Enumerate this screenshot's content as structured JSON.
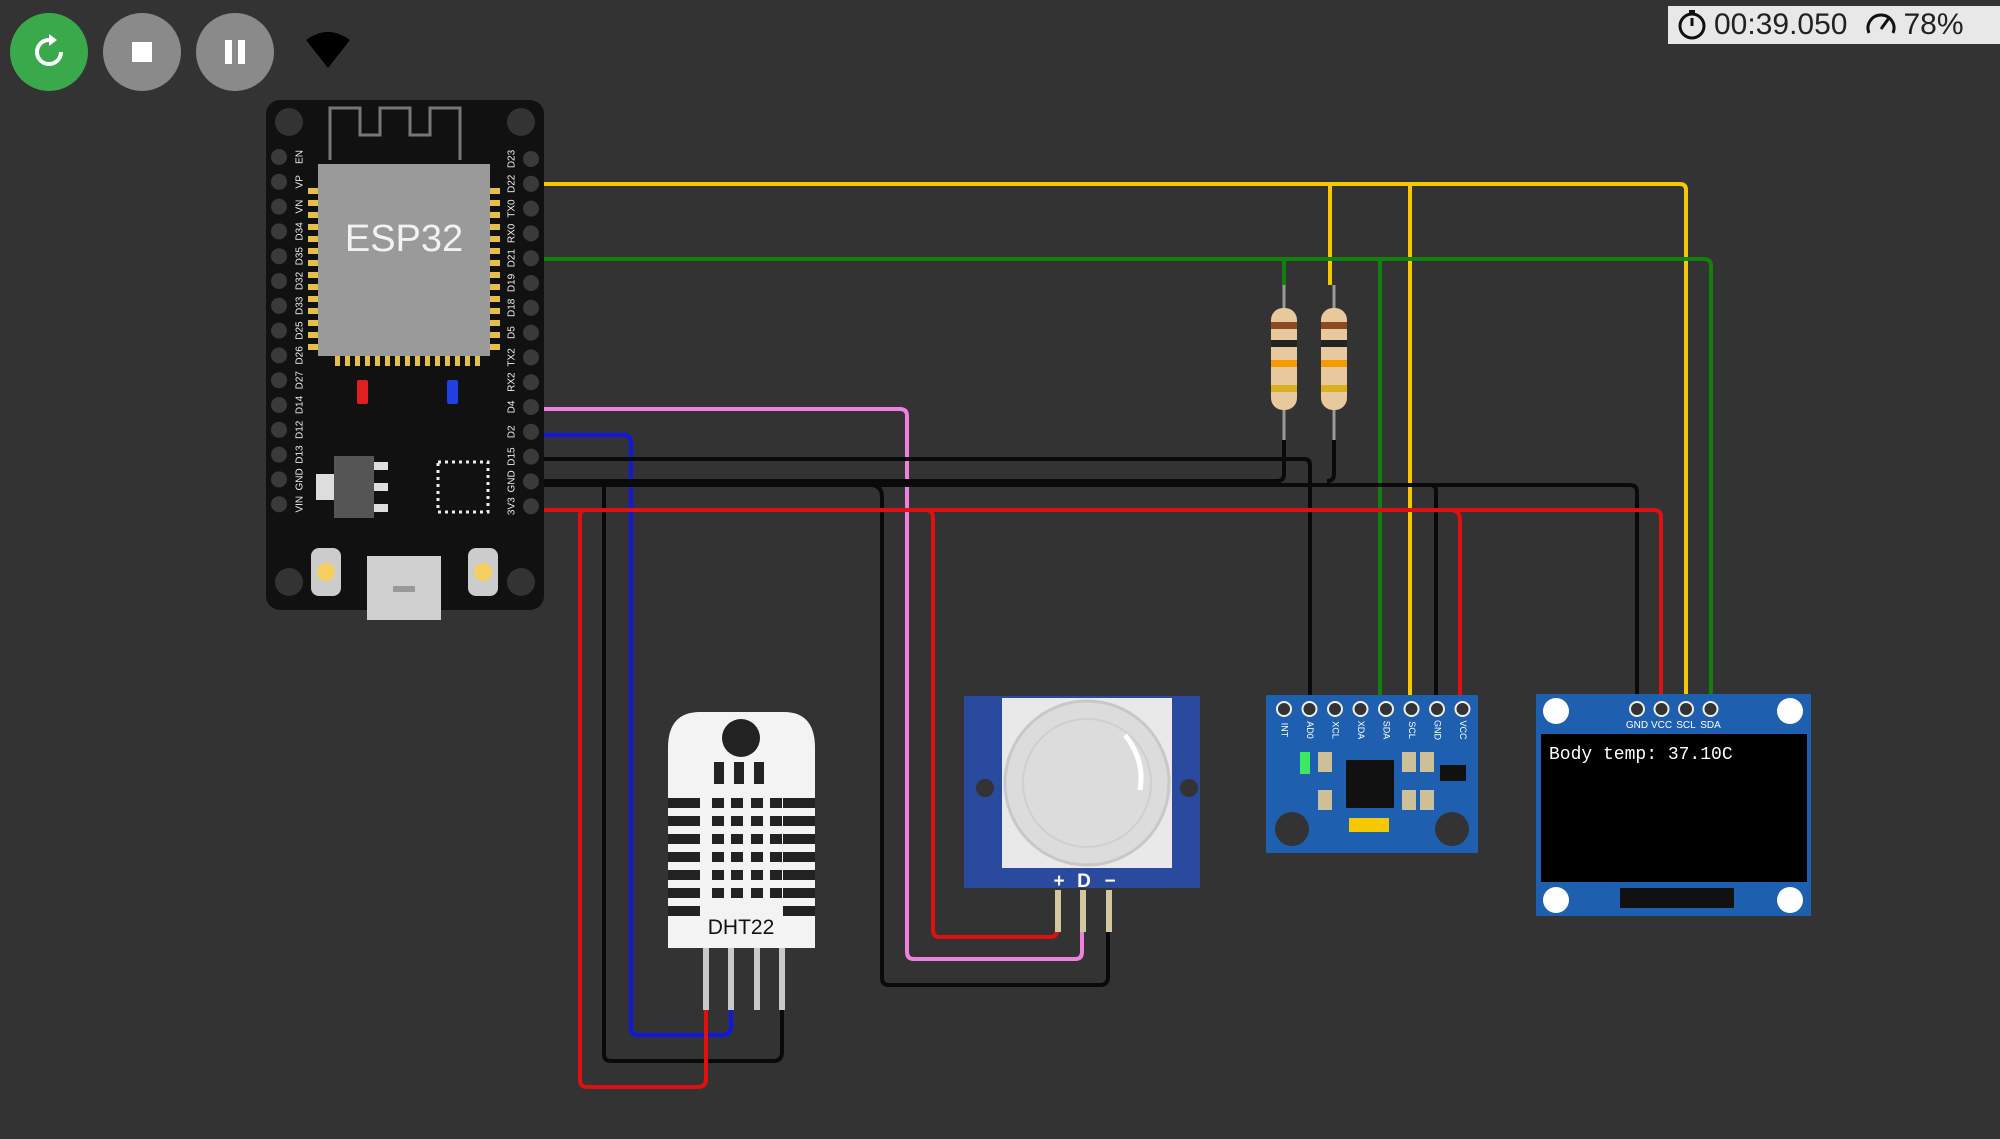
{
  "toolbar": {
    "buttons": [
      {
        "name": "restart",
        "icon": "restart-icon"
      },
      {
        "name": "stop",
        "icon": "stop-icon"
      },
      {
        "name": "pause",
        "icon": "pause-icon"
      }
    ],
    "wifi_icon": "wifi-icon"
  },
  "status": {
    "time": "00:39.050",
    "speed": "78%",
    "time_icon": "timer-icon",
    "speed_icon": "gauge-icon"
  },
  "esp32": {
    "label": "ESP32",
    "left_pins": [
      "EN",
      "VP",
      "VN",
      "D34",
      "D35",
      "D32",
      "D33",
      "D25",
      "D26",
      "D27",
      "D14",
      "D12",
      "D13",
      "GND",
      "VIN"
    ],
    "right_pins": [
      "D23",
      "D22",
      "TX0",
      "RX0",
      "D21",
      "D19",
      "D18",
      "D5",
      "TX2",
      "RX2",
      "D4",
      "D2",
      "D15",
      "GND",
      "3V3"
    ]
  },
  "dht22": {
    "label": "DHT22"
  },
  "pir": {
    "pins": [
      "+",
      "D",
      "−"
    ]
  },
  "mpu": {
    "pins": [
      "INT",
      "AD0",
      "XCL",
      "XDA",
      "SDA",
      "SCL",
      "GND",
      "VCC"
    ]
  },
  "oled": {
    "pins": [
      "GND",
      "VCC",
      "SCL",
      "SDA"
    ],
    "screen_text": "Body temp: 37.10C"
  },
  "colors": {
    "background": "#333333",
    "wire_yellow": "#f5c800",
    "wire_green": "#12800d",
    "wire_black": "#0a0a0a",
    "wire_red": "#e01010",
    "wire_blue": "#1018e0",
    "wire_pink": "#ee80e0",
    "board_blue": "#1f5fb0",
    "restart_green": "#3aa94b"
  }
}
